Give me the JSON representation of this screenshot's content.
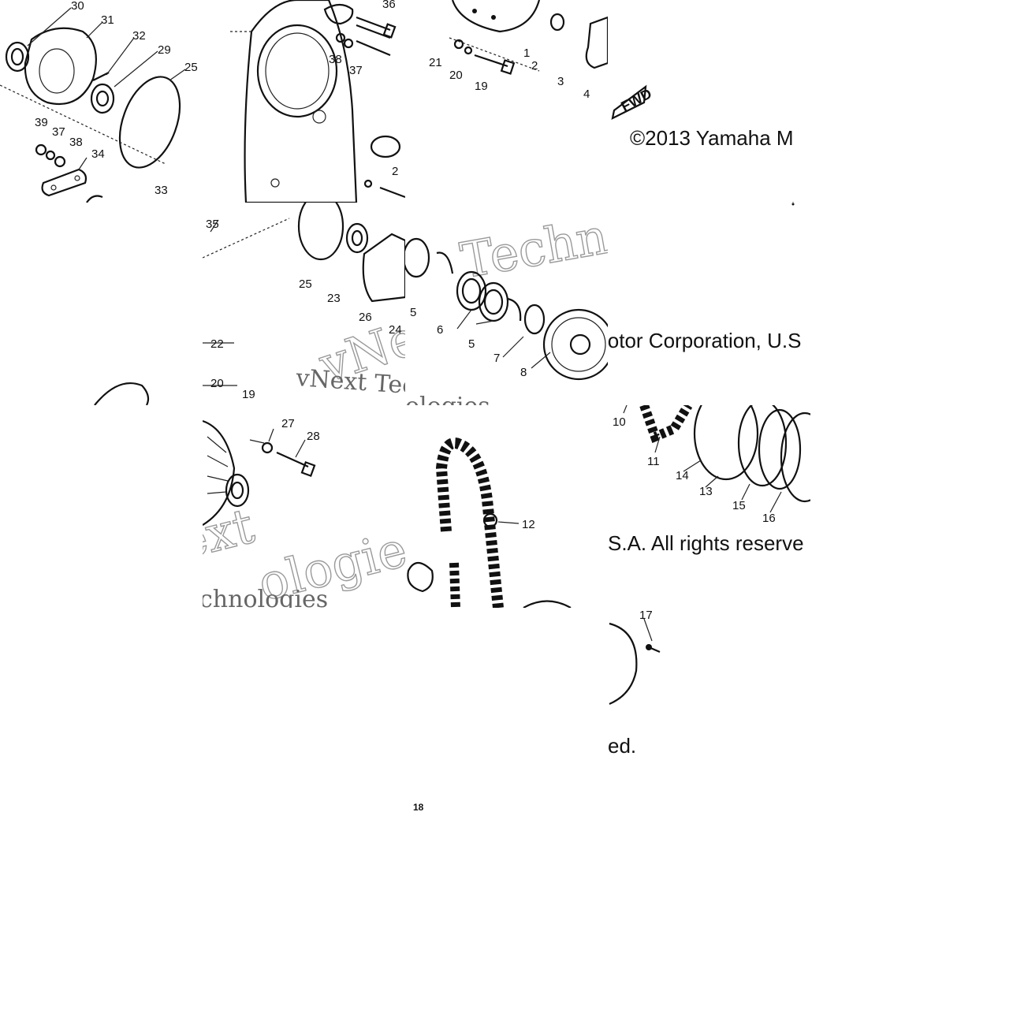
{
  "copyright": {
    "part1": "©2013 Yamaha M",
    "part2": "lotor Corporation, U.S",
    "part3": "S.A. All rights reserve",
    "part4": "ed."
  },
  "watermark": {
    "w1": "Techn",
    "w2": "vNe",
    "w3": "vNext Tec",
    "w4": "ologies",
    "w5": "ext",
    "w6": "ologies",
    "w7": "chnologies"
  },
  "fwd_label": "FWD",
  "callouts": {
    "c30": "30",
    "c31": "31",
    "c32": "32",
    "c29": "29",
    "c25a": "25",
    "c39": "39",
    "c37a": "37",
    "c38a": "38",
    "c34": "34",
    "c33": "33",
    "c36": "36",
    "c38b": "38",
    "c37b": "37",
    "c1": "1",
    "c2": "2",
    "c3": "3",
    "c4": "4",
    "c21a": "21",
    "c20a": "20",
    "c19a": "19",
    "c35": "35",
    "c25b": "25",
    "c23": "23",
    "c26": "26",
    "c24": "24",
    "c5a": "5",
    "c6": "6",
    "c5b": "5",
    "c7": "7",
    "c8": "8",
    "c22": "22",
    "c20b": "20",
    "c19b": "19",
    "c21b": "2",
    "c27": "27",
    "c28": "28",
    "c12": "12",
    "c10": "10",
    "c11": "11",
    "c14": "14",
    "c13": "13",
    "c15": "15",
    "c16": "16",
    "c17": "17",
    "c18": "18"
  }
}
